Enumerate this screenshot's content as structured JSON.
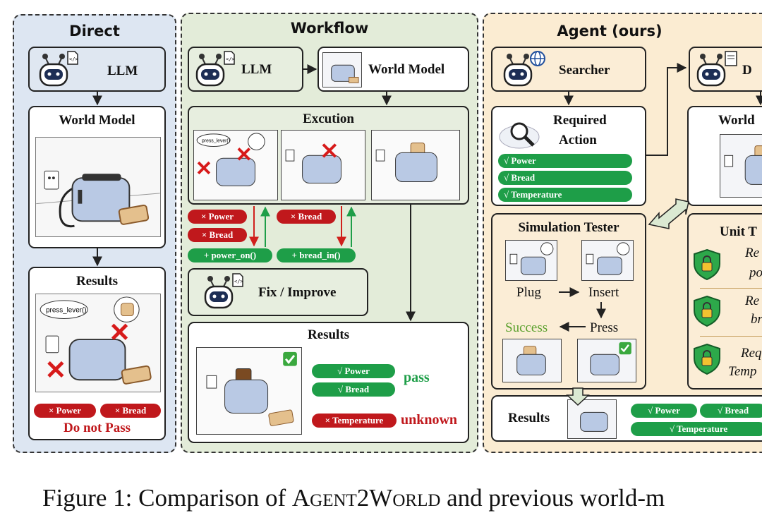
{
  "direct": {
    "title": "Direct",
    "llm": "LLM",
    "world_model": "World Model",
    "results": "Results",
    "speech": "press_lever()",
    "fail_tags": [
      "× Power",
      "× Bread"
    ],
    "verdict": "Do not Pass"
  },
  "workflow": {
    "title": "Workflow",
    "llm": "LLM",
    "world_model": "World Model",
    "execution": "Excution",
    "speech": "press_lever()",
    "errors_left": [
      "× Power",
      "× Bread"
    ],
    "errors_right": [
      "× Bread"
    ],
    "fixes": [
      "+ power_on()",
      "+ bread_in()"
    ],
    "fix_improve": "Fix / Improve",
    "results": "Results",
    "pass_tags": [
      "√ Power",
      "√ Bread"
    ],
    "pass_label": "pass",
    "unknown_tag": "× Temperature",
    "unknown_label": "unknown"
  },
  "agent": {
    "title": "Agent (ours)",
    "searcher": "Searcher",
    "developer_partial": "D",
    "required_action_1": "Required",
    "required_action_2": "Action",
    "required_tags": [
      "√ Power",
      "√ Bread",
      "√ Temperature"
    ],
    "world_partial": "World",
    "sim_tester": "Simulation Tester",
    "steps": {
      "plug": "Plug",
      "insert": "Insert",
      "press": "Press",
      "success": "Success"
    },
    "unit_partial": "Unit T",
    "unit_items": [
      {
        "line1": "Re",
        "line2": "po"
      },
      {
        "line1": "Re",
        "line2": "br"
      },
      {
        "line1": "Req",
        "line2": "Temp"
      }
    ],
    "results": "Results",
    "result_tags": [
      "√ Power",
      "√ Bread",
      "√ Temperature"
    ]
  },
  "caption": {
    "prefix": "Figure 1: Comparison of ",
    "name": "Agent2World",
    "suffix": " and previous world-m"
  },
  "colors": {
    "direct_bg": "#dde6f2",
    "workflow_bg": "#e3ecd9",
    "agent_bg": "#fbecd2",
    "red": "#c0181c",
    "green": "#1e9e48",
    "success": "#5aa02c"
  }
}
